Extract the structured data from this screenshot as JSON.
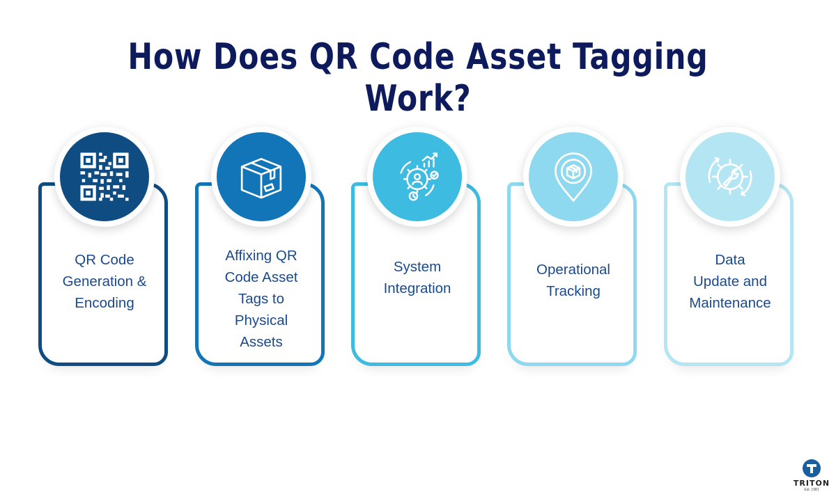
{
  "title": "How Does QR Code Asset Tagging Work?",
  "colors": {
    "title": "#0d1a5c",
    "label": "#1a4a8c",
    "steps": [
      "#0f4c81",
      "#1275b8",
      "#3dbbe0",
      "#8ed9ef",
      "#b3e5f3"
    ]
  },
  "steps": [
    {
      "icon": "qr-code-icon",
      "label": "QR Code\nGeneration &\nEncoding"
    },
    {
      "icon": "box-icon",
      "label": "Affixing QR\nCode Asset\nTags to\nPhysical\nAssets"
    },
    {
      "icon": "system-integration-icon",
      "label": "System\nIntegration"
    },
    {
      "icon": "location-pin-box-icon",
      "label": "Operational\nTracking"
    },
    {
      "icon": "gear-wrench-icon",
      "label": "Data\nUpdate and\nMaintenance"
    }
  ],
  "logo": {
    "name": "TRITON",
    "est": "Est. 1981"
  }
}
